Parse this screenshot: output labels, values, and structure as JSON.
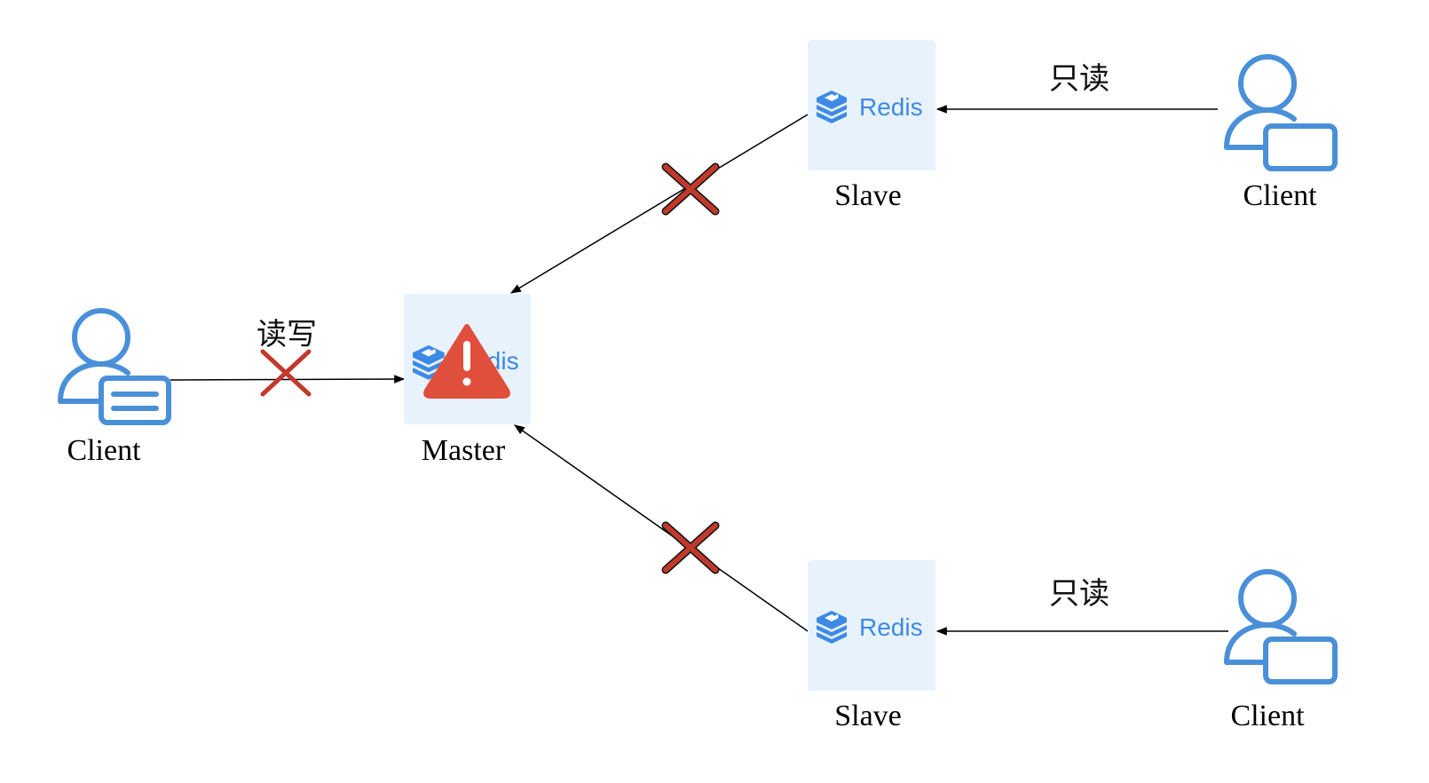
{
  "master": {
    "logo_text": "Redis",
    "caption": "Master"
  },
  "slave_top": {
    "logo_text": "Redis",
    "caption": "Slave"
  },
  "slave_bottom": {
    "logo_text": "Redis",
    "caption": "Slave"
  },
  "client_left": {
    "caption": "Client",
    "edge_label": "读写"
  },
  "client_top_right": {
    "caption": "Client",
    "edge_label": "只读"
  },
  "client_bottom_right": {
    "caption": "Client",
    "edge_label": "只读"
  },
  "colors": {
    "node_fill": "#e8f2fc",
    "person_stroke": "#4a90d9",
    "redis_blue": "#3d8ae6",
    "cross_red": "#c0392b",
    "warning_red": "#e04e3c"
  },
  "icons": {
    "client": "user-with-card-icon",
    "redis": "redis-stack-icon",
    "failure": "red-cross-icon",
    "alert": "warning-triangle-icon"
  }
}
